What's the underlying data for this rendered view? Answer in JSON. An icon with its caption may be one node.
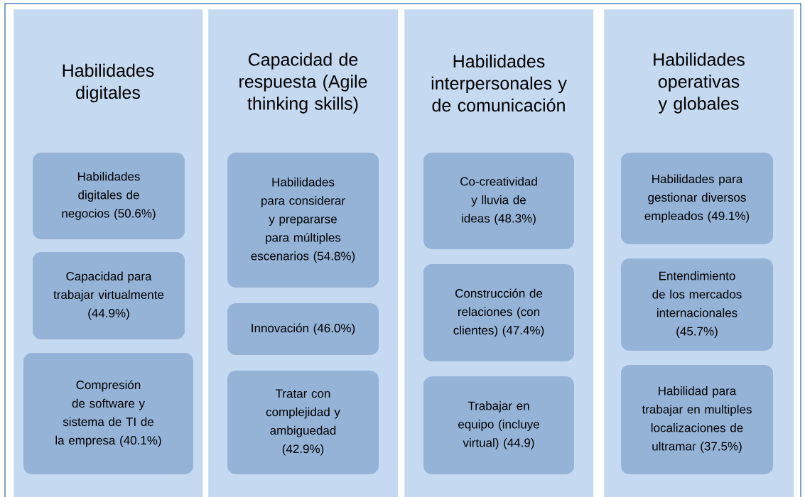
{
  "diagram": {
    "nodes": [
      {
        "text": [
          "Habilidades digitales"
        ]
      },
      {
        "text": [
          "Habilidades digitales de negocios (50.6%)"
        ],
        "in": 0
      },
      {
        "text": [
          "Capacidad para trabajar virtualmente (44.9%)"
        ],
        "in": 0
      },
      {
        "text": [
          "Compresión de software y sistema de TI de la empresa (40.1%)"
        ],
        "in": 0
      },
      {
        "text": [
          "Capacidad de respuesta (Agile thinking skills)"
        ]
      },
      {
        "text": [
          "Habilidades para considerar y prepararse para múltiples escenarios (54.8%)"
        ],
        "in": 4
      },
      {
        "text": [
          "Innovación (46.0%)"
        ],
        "in": 4
      },
      {
        "text": [
          "Tratar con complejidad y ambiguedad (42.9%)"
        ],
        "in": 4
      },
      {
        "text": [
          "Habilidades interpersonales y de comunicación"
        ]
      },
      {
        "text": [
          "Co-creatividad y lluvia de ideas (48.3%)"
        ],
        "in": 8
      },
      {
        "text": [
          "Construcción de relaciones (con clientes) (47.4%)"
        ],
        "in": 8
      },
      {
        "text": [
          "Trabajar en equipo (incluye virtual) (44.9)"
        ],
        "in": 8
      },
      {
        "text": [
          "Habilidades operativas y globales"
        ]
      },
      {
        "text": [
          "Habilidades para gestionar diversos empleados (49.1%)"
        ],
        "in": 12
      },
      {
        "text": [
          "Entendimiento de los mercados internacionales (45.7%)"
        ],
        "in": 12
      },
      {
        "text": [
          "Habilidad para trabajar en multiples localizaciones de ultramar (37.5%)"
        ],
        "in": 12
      }
    ]
  }
}
